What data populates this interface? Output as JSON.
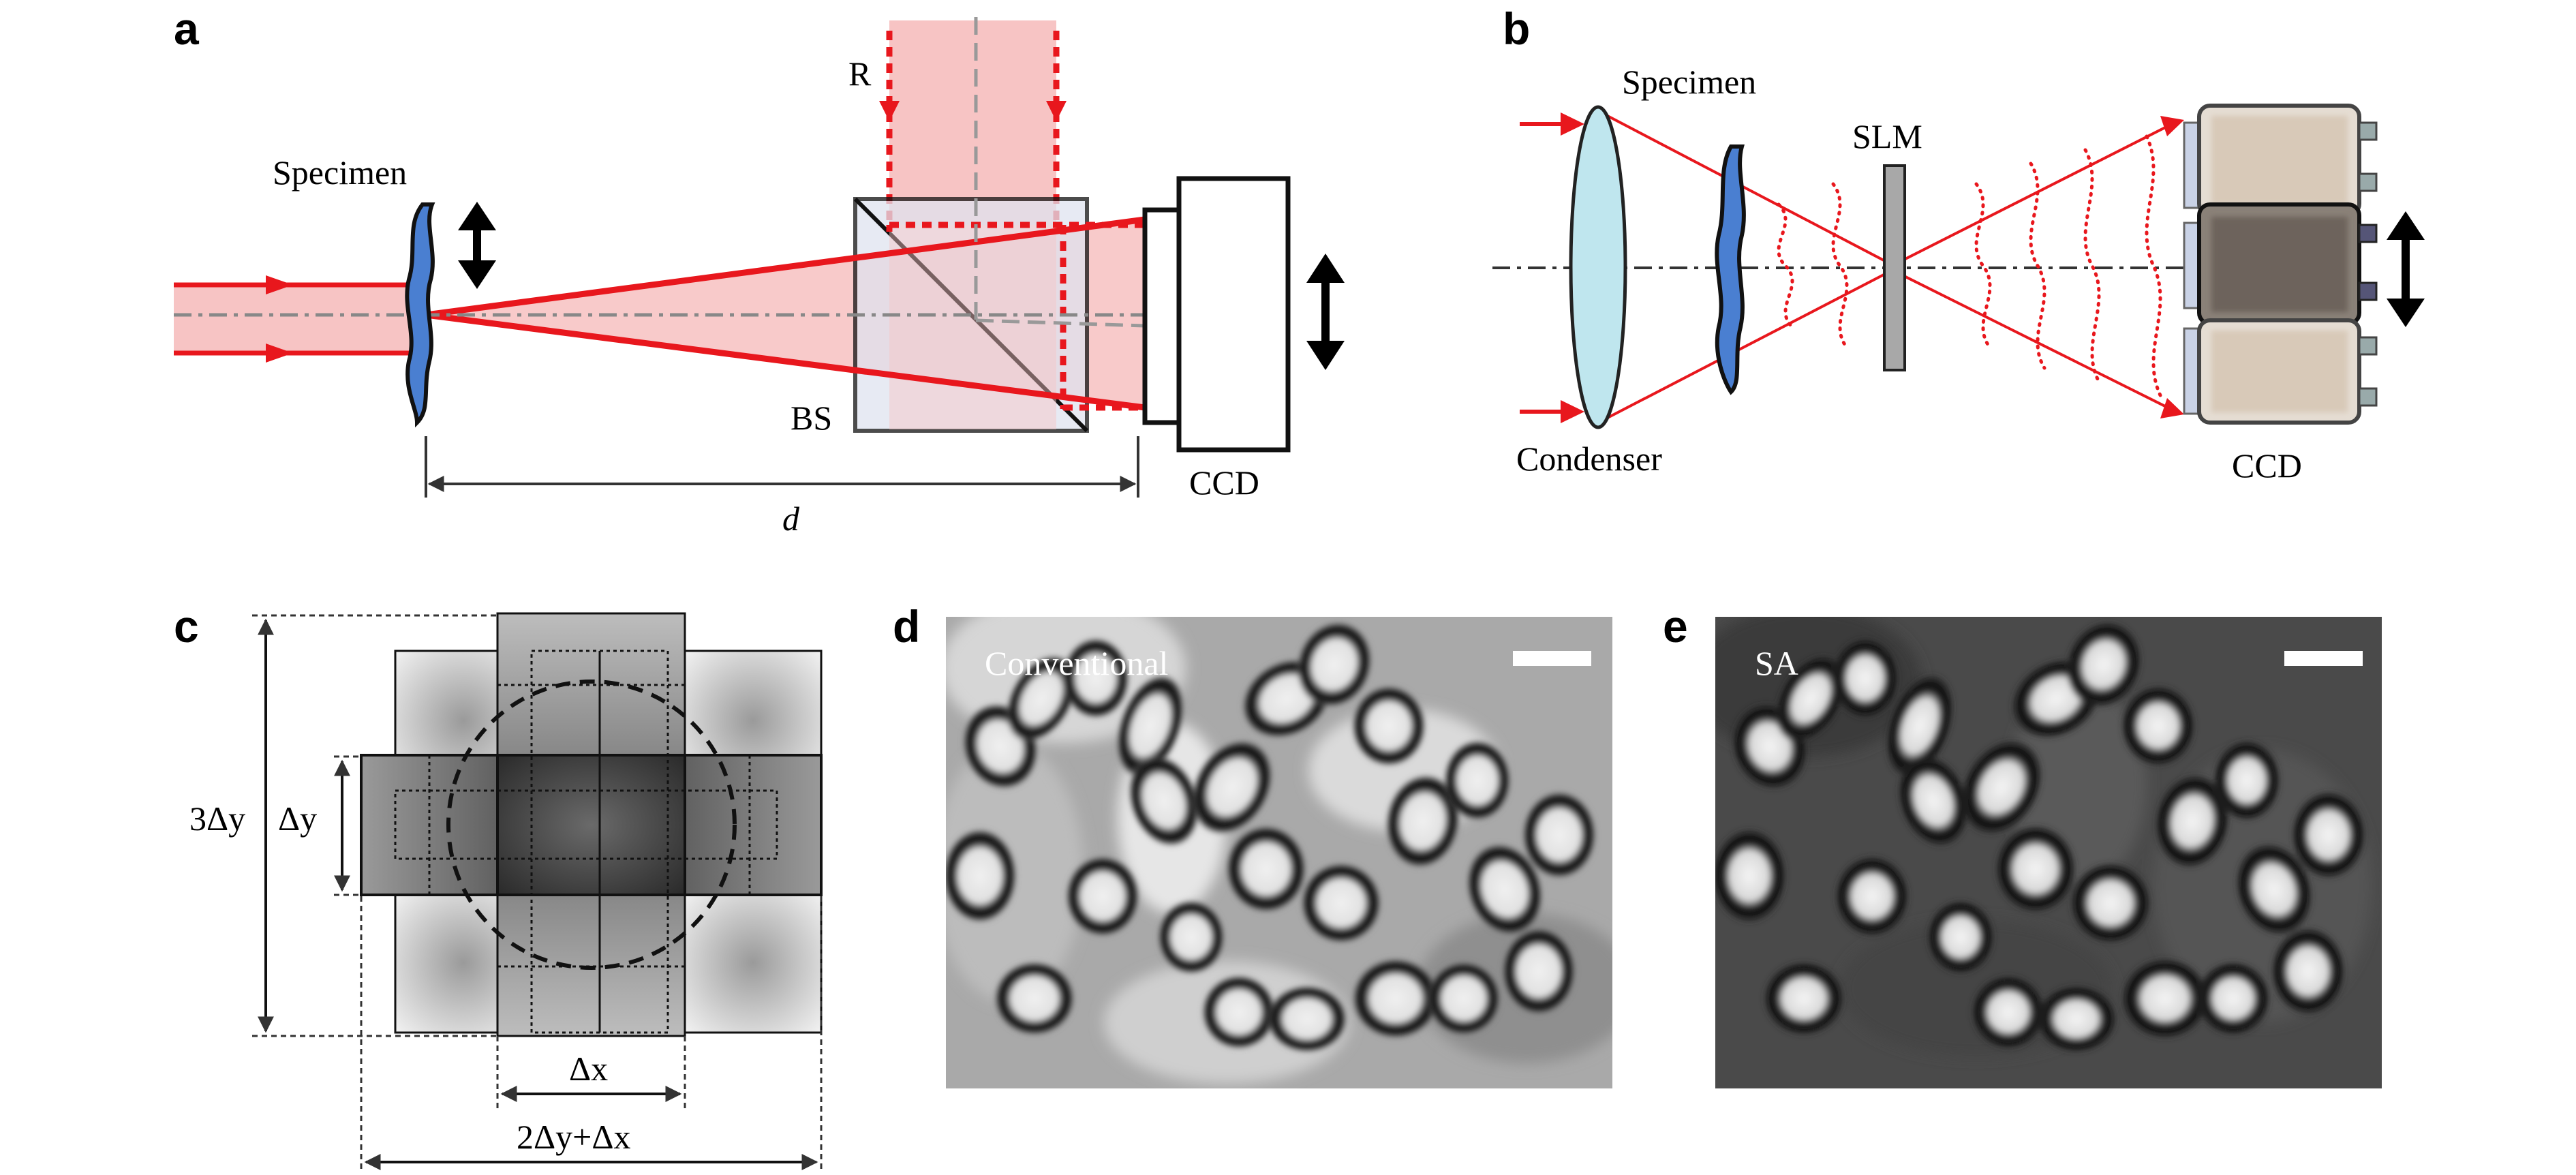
{
  "panels": {
    "a": {
      "letter": "a",
      "specimen": "Specimen",
      "reference": "R",
      "beam_splitter": "BS",
      "camera": "CCD",
      "distance": "d",
      "colors": {
        "beam": "#e8171d",
        "beam_fill": "#f7c4c4",
        "specimen": "#4a7fd1",
        "cube": "#dfe3ef"
      }
    },
    "b": {
      "letter": "b",
      "specimen": "Specimen",
      "condenser": "Condenser",
      "modulator": "SLM",
      "camera": "CCD",
      "colors": {
        "beam": "#e8171d",
        "lens": "#bfe6ee",
        "slm": "#a8a8a8"
      }
    },
    "c": {
      "letter": "c",
      "dim_total_height": "3Δy",
      "dim_tile_height": "Δy",
      "dim_step_x": "Δx",
      "dim_total_width": "2Δy+Δx"
    },
    "d": {
      "letter": "d",
      "caption": "Conventional"
    },
    "e": {
      "letter": "e",
      "caption": "SA"
    }
  }
}
